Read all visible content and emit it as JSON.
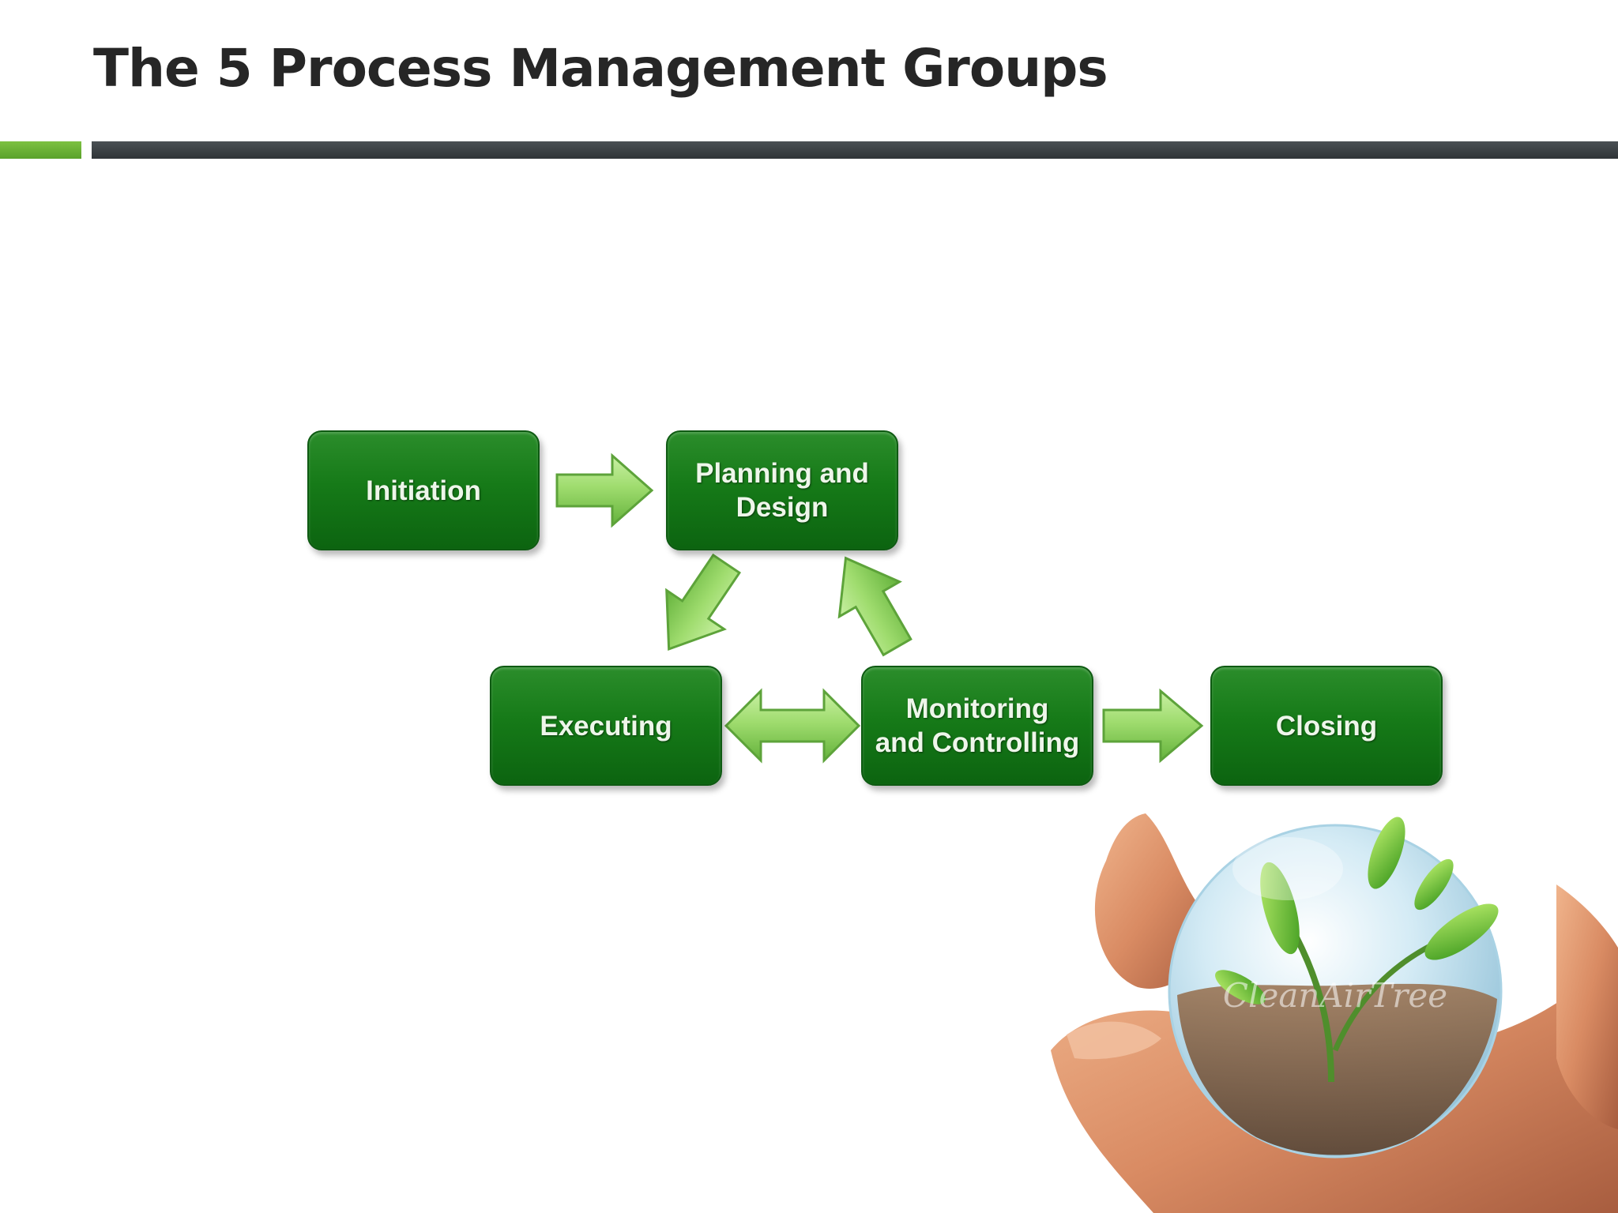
{
  "slide": {
    "title": "The 5 Process Management Groups"
  },
  "diagram": {
    "nodes": [
      {
        "id": "initiation",
        "label": "Initiation"
      },
      {
        "id": "planning",
        "label": "Planning and\nDesign"
      },
      {
        "id": "executing",
        "label": "Executing"
      },
      {
        "id": "monitoring",
        "label": "Monitoring\nand Controlling"
      },
      {
        "id": "closing",
        "label": "Closing"
      }
    ],
    "edges": [
      {
        "from": "initiation",
        "to": "planning",
        "direction": "forward"
      },
      {
        "from": "planning",
        "to": "executing",
        "direction": "forward"
      },
      {
        "from": "monitoring",
        "to": "planning",
        "direction": "forward"
      },
      {
        "from": "executing",
        "to": "monitoring",
        "direction": "both"
      },
      {
        "from": "monitoring",
        "to": "closing",
        "direction": "forward"
      }
    ]
  },
  "colors": {
    "accent_green": "#6db33f",
    "box_green": "#167a18",
    "arrow_green": "#9fdc6e",
    "rule_dark": "#3a3f42",
    "title_text": "#262626"
  },
  "images": {
    "globe_watermark": "CleanAirTree"
  }
}
